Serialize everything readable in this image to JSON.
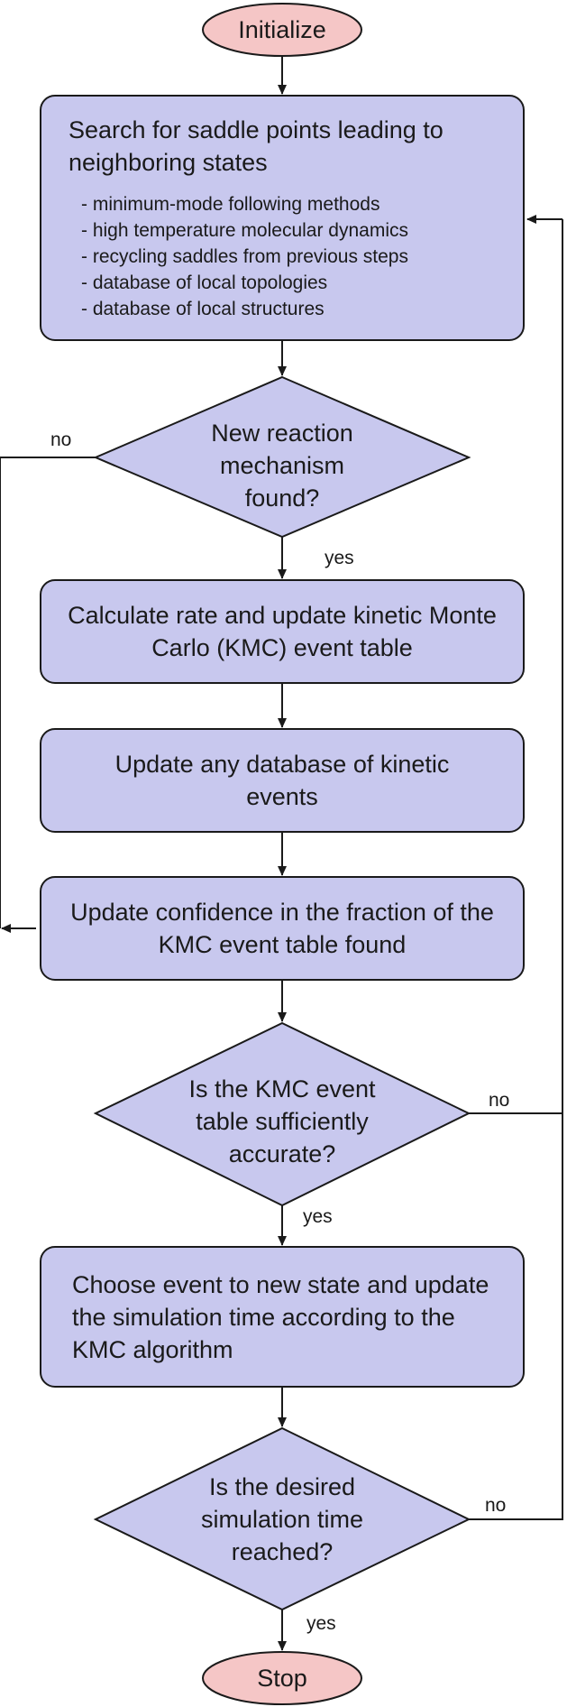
{
  "diagram": {
    "start_label": "Initialize",
    "search_step": {
      "title": "Search for saddle points leading to neighboring states",
      "methods": [
        "minimum-mode following methods",
        "high temperature molecular dynamics",
        "recycling saddles from previous steps",
        "database of local topologies",
        "database of local structures"
      ]
    },
    "decision_new_mechanism": "New reaction mechanism found?",
    "step_calculate_rate": "Calculate rate and update kinetic Monte Carlo (KMC) event table",
    "step_update_database": "Update any database of kinetic events",
    "step_update_confidence": "Update confidence in the fraction of the KMC event table found",
    "decision_table_accurate": "Is the KMC event table sufficiently accurate?",
    "step_choose_event": "Choose event to new state and update the simulation time according to the KMC algorithm",
    "decision_time_reached": "Is the desired simulation time reached?",
    "end_label": "Stop",
    "edge_labels": {
      "yes": "yes",
      "no": "no"
    },
    "colors": {
      "process_fill": "#c8c8ee",
      "terminal_fill": "#f5c6c6",
      "stroke": "#1a1a1a"
    }
  }
}
